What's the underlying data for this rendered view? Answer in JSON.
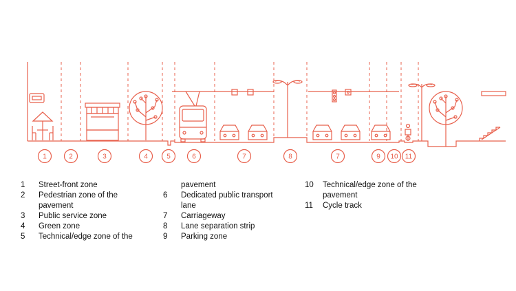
{
  "diagram": {
    "accent_color": "#e8604c",
    "zone_markers": [
      "1",
      "2",
      "3",
      "4",
      "5",
      "6",
      "7",
      "8",
      "7",
      "9",
      "10",
      "11"
    ]
  },
  "legend": {
    "col1": [
      {
        "num": "1",
        "lines": [
          "Street-front zone"
        ]
      },
      {
        "num": "2",
        "lines": [
          "Pedestrian zone of the",
          "pavement"
        ]
      },
      {
        "num": "3",
        "lines": [
          "Public service zone"
        ]
      },
      {
        "num": "4",
        "lines": [
          "Green zone"
        ]
      },
      {
        "num": "5",
        "lines": [
          "Technical/edge zone of the"
        ]
      }
    ],
    "col2": [
      {
        "num": "",
        "lines": [
          "pavement"
        ]
      },
      {
        "num": "6",
        "lines": [
          "Dedicated public transport",
          "lane"
        ]
      },
      {
        "num": "7",
        "lines": [
          "Carriageway"
        ]
      },
      {
        "num": "8",
        "lines": [
          "Lane separation strip"
        ]
      },
      {
        "num": "9",
        "lines": [
          "Parking zone"
        ]
      }
    ],
    "col3": [
      {
        "num": "10",
        "lines": [
          "Technical/edge zone of the",
          "pavement"
        ]
      },
      {
        "num": "11",
        "lines": [
          "Cycle track"
        ]
      }
    ]
  }
}
